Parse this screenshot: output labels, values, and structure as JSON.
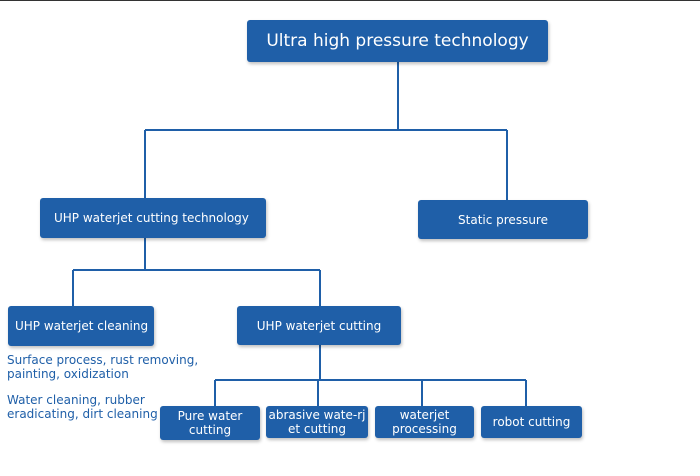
{
  "diagram": {
    "root": "Ultra high pressure technology",
    "level1": {
      "left": "UHP waterjet cutting technology",
      "right": "Static pressure"
    },
    "level2": {
      "cleaning": "UHP waterjet cleaning",
      "cutting": "UHP waterjet cutting"
    },
    "cleaning_notes": [
      "Surface process, rust removing, painting, oxidization",
      "Water cleaning, rubber eradicating, dirt cleaning"
    ],
    "cutting_types": [
      "Pure water cutting",
      "abrasive wate-rjet cutting",
      "waterjet processing",
      "robot cutting"
    ]
  },
  "colors": {
    "node_fill": "#1f5fa8",
    "node_text": "#ffffff",
    "connector": "#1f5fa8",
    "note_text": "#1f5fa8"
  }
}
